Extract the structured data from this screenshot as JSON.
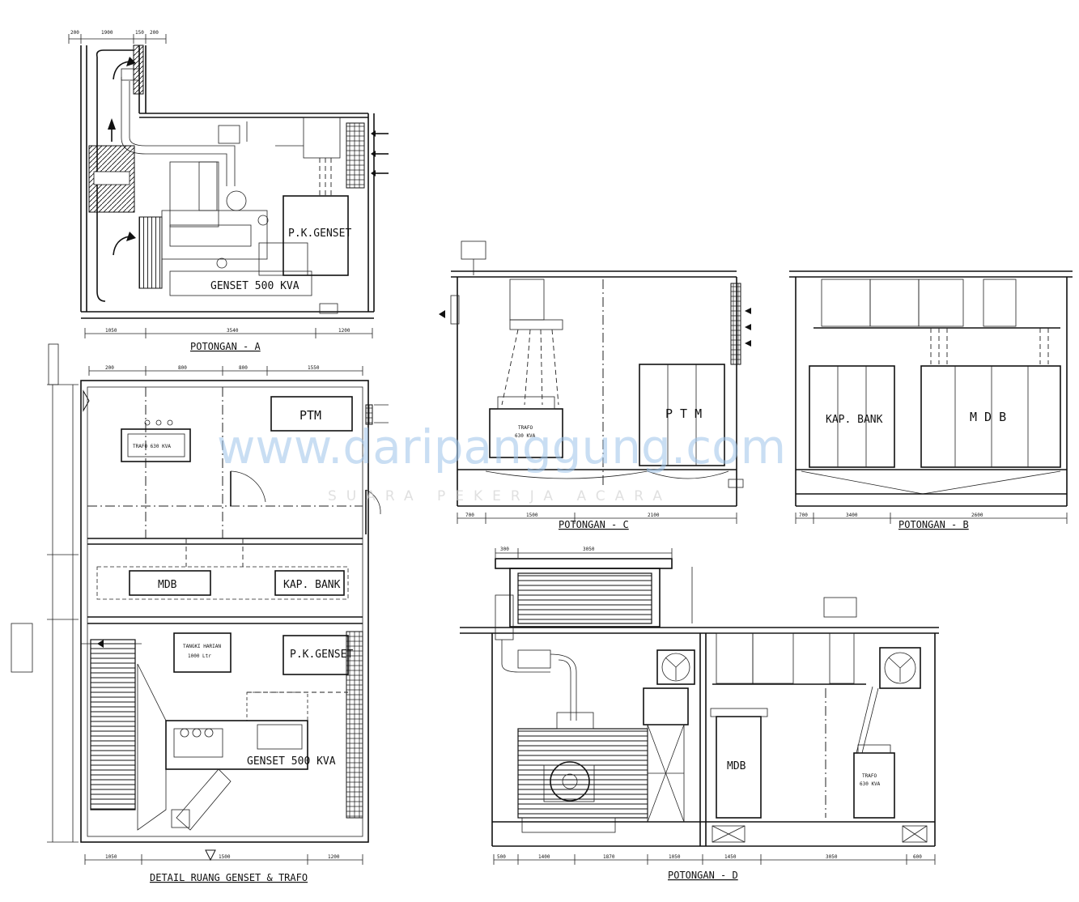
{
  "labels": {
    "genset_panel_a": "P.K.GENSET",
    "genset_a": "GENSET 500 KVA",
    "trafo_plan": "TRAFO 630 KVA",
    "ptm_plan": "PTM",
    "mdb_plan": "MDB",
    "kap_bank_plan": "KAP. BANK",
    "tangki": "TANGKI HARIAN",
    "tangki2": "1000 Ltr",
    "pk_genset_plan": "P.K.GENSET",
    "genset_plan": "GENSET 500 KVA",
    "trafo_c": "TRAFO",
    "trafo_c2": "630 KVA",
    "ptm_c": "P T M",
    "kap_bank_b": "KAP. BANK",
    "mdb_b": "M D B",
    "mdb_d": "MDB",
    "trafo_d": "TRAFO",
    "trafo_d2": "630 KVA"
  },
  "titles": {
    "a": "POTONGAN - A",
    "c": "POTONGAN - C",
    "b": "POTONGAN - B",
    "d": "POTONGAN - D",
    "plan": "DETAIL RUANG GENSET & TRAFO"
  },
  "dims": {
    "a_top": [
      "200",
      "1900",
      "150",
      "200"
    ],
    "a_bottom": [
      "1050",
      "3540",
      "1200"
    ],
    "plan_top": [
      "200",
      "800",
      "800",
      "1550"
    ],
    "plan_bottom": [
      "1050",
      "1500",
      "1200"
    ],
    "c_bottom": [
      "700",
      "1500",
      "2100"
    ],
    "b_bottom": [
      "700",
      "3400",
      "2600"
    ],
    "d_top": [
      "300",
      "3050"
    ],
    "d_bottom": [
      "500",
      "1400",
      "1870",
      "1050",
      "1450",
      "3050",
      "600"
    ]
  },
  "watermark": {
    "main": "www.daripanggung.com",
    "sub": "SUARA PEKERJA ACARA"
  }
}
